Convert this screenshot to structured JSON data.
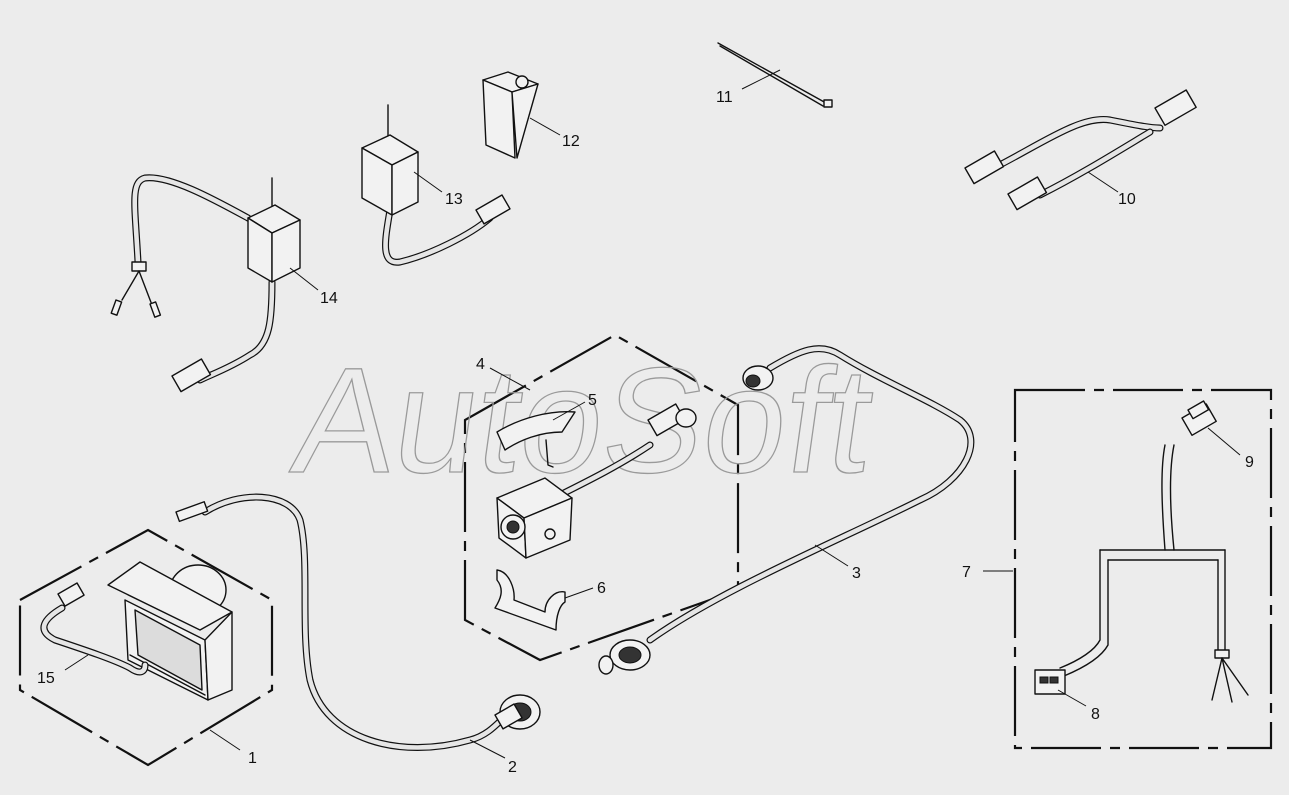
{
  "watermark": "AutoSoft",
  "callouts": [
    {
      "id": "c1",
      "text": "1"
    },
    {
      "id": "c2",
      "text": "2"
    },
    {
      "id": "c3",
      "text": "3"
    },
    {
      "id": "c4",
      "text": "4"
    },
    {
      "id": "c5",
      "text": "5"
    },
    {
      "id": "c6",
      "text": "6"
    },
    {
      "id": "c7",
      "text": "7"
    },
    {
      "id": "c8",
      "text": "8"
    },
    {
      "id": "c9",
      "text": "9"
    },
    {
      "id": "c10",
      "text": "10"
    },
    {
      "id": "c11",
      "text": "11"
    },
    {
      "id": "c12",
      "text": "12"
    },
    {
      "id": "c13",
      "text": "13"
    },
    {
      "id": "c14",
      "text": "14"
    },
    {
      "id": "c15",
      "text": "15"
    }
  ]
}
